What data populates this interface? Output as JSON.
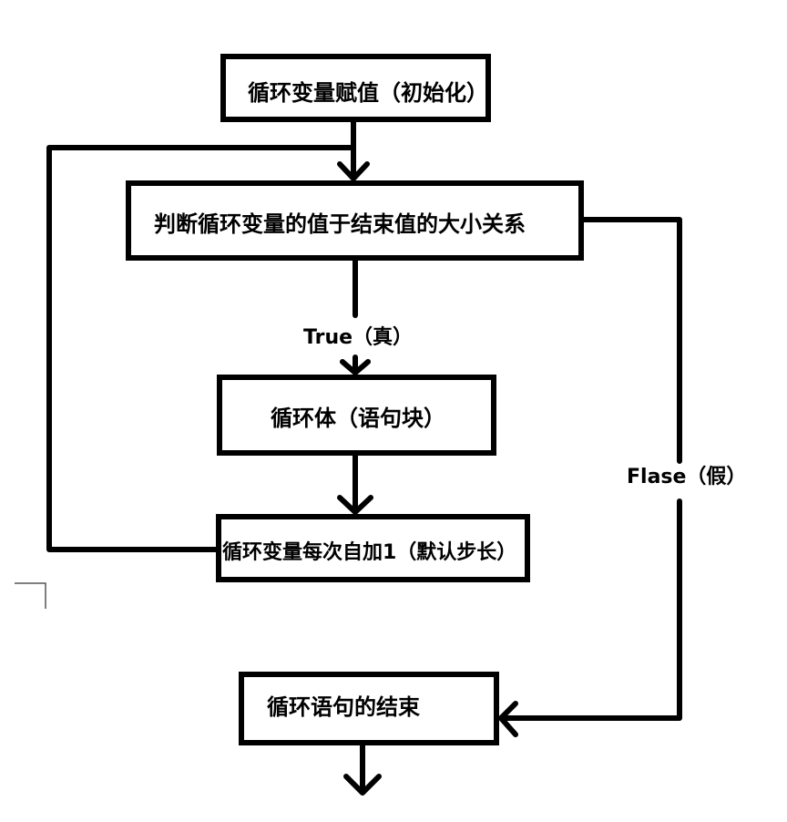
{
  "diagram": {
    "nodes": {
      "init": "循环变量赋值（初始化）",
      "condition": "判断循环变量的值于结束值的大小关系",
      "body": "循环体（语句块）",
      "increment": "循环变量每次自加1（默认步长）",
      "end": "循环语句的结束"
    },
    "edge_labels": {
      "true_branch": "True（真）",
      "false_branch": "Flase（假）"
    }
  }
}
